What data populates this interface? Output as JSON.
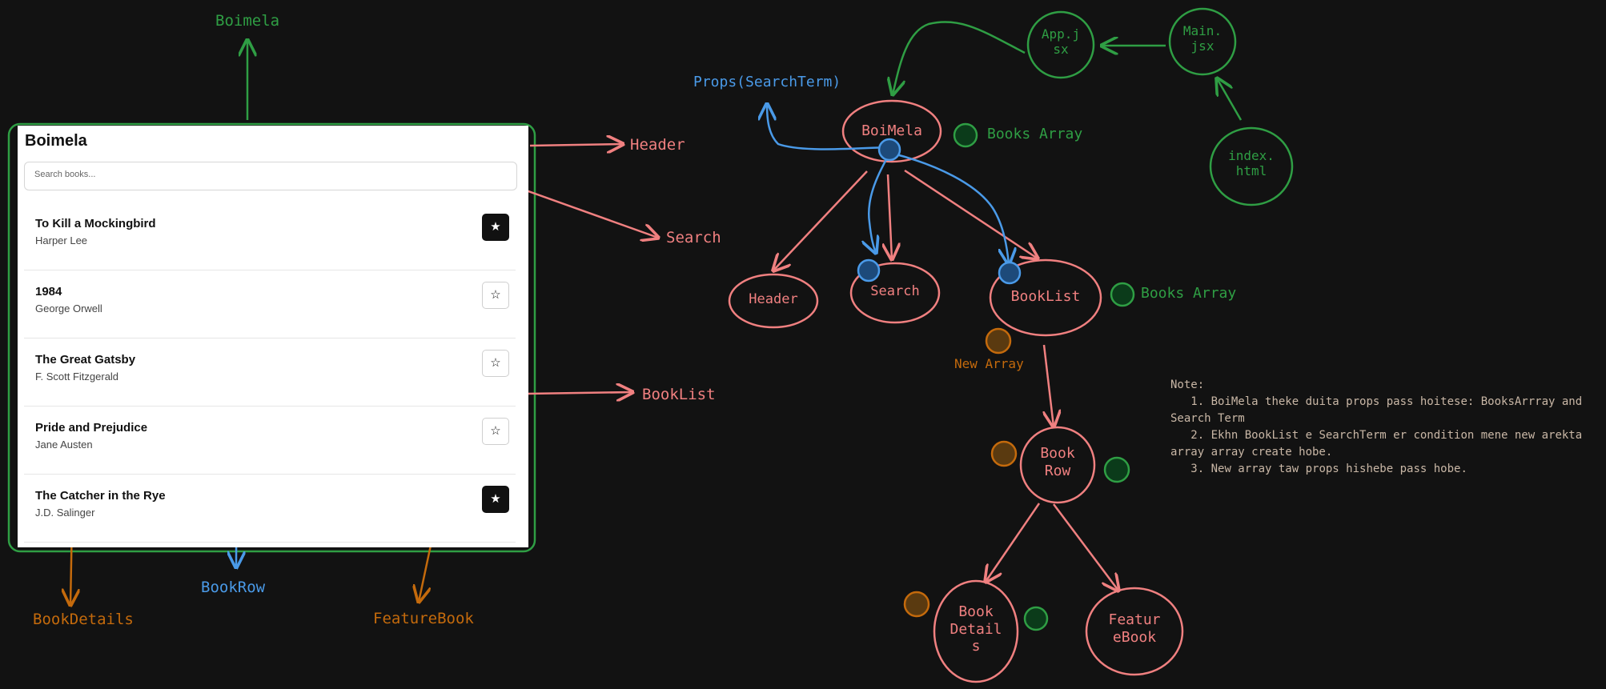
{
  "colors": {
    "background": "#121212",
    "red": "#f08080",
    "green": "#2f9e44",
    "blue": "#4a9ae8",
    "orange": "#c46a0c",
    "dark_green_dot": "#0b3b1a",
    "dark_blue_dot": "#1d4a7a",
    "dark_orange_dot": "#5a3a10"
  },
  "mockup": {
    "title": "Boimela",
    "search_placeholder": "Search books...",
    "books": [
      {
        "title": "To Kill a Mockingbird",
        "author": "Harper Lee",
        "featured": true
      },
      {
        "title": "1984",
        "author": "George Orwell",
        "featured": false
      },
      {
        "title": "The Great Gatsby",
        "author": "F. Scott Fitzgerald",
        "featured": false
      },
      {
        "title": "Pride and Prejudice",
        "author": "Jane Austen",
        "featured": false
      },
      {
        "title": "The Catcher in the Rye",
        "author": "J.D. Salinger",
        "featured": true
      }
    ],
    "star_icon": "star-icon"
  },
  "annotations": {
    "boimela": "Boimela",
    "header": "Header",
    "search": "Search",
    "booklist": "BookList",
    "bookrow": "BookRow",
    "bookdetails": "BookDetails",
    "featurebook": "FeatureBook"
  },
  "tree": {
    "props_label": "Props(SearchTerm)",
    "boimela_node": "BoiMela",
    "books_array_1": "Books Array",
    "books_array_2": "Books Array",
    "new_array": "New Array",
    "app_line1": "App.j",
    "app_line2": "sx",
    "main_line1": "Main.",
    "main_line2": "jsx",
    "index_line1": "index.",
    "index_line2": "html",
    "header_node": "Header",
    "search_node": "Search",
    "booklist_node": "BookList",
    "bookrow_line1": "Book",
    "bookrow_line2": "Row",
    "bookdetails_line1": "Book",
    "bookdetails_line2": "Detail",
    "bookdetails_line3": "s",
    "featurebook_line1": "Featur",
    "featurebook_line2": "eBook"
  },
  "note": {
    "heading": "Note:",
    "lines": [
      "   1. BoiMela theke duita props pass hoitese: BooksArrray and Search Term",
      "   2. Ekhn BookList e SearchTerm er condition mene new arekta array array create hobe.",
      "   3. New array taw props hishebe pass hobe."
    ]
  }
}
